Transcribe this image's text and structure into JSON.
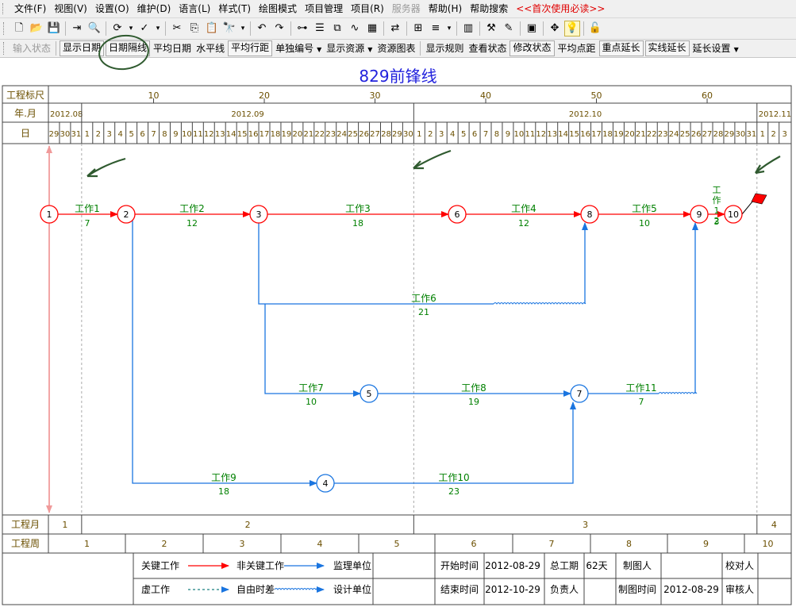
{
  "menu": [
    {
      "label": "文件(F)",
      "state": "normal"
    },
    {
      "label": "视图(V)",
      "state": "normal"
    },
    {
      "label": "设置(O)",
      "state": "normal"
    },
    {
      "label": "维护(D)",
      "state": "normal"
    },
    {
      "label": "语言(L)",
      "state": "normal"
    },
    {
      "label": "样式(T)",
      "state": "normal"
    },
    {
      "label": "绘图模式",
      "state": "normal"
    },
    {
      "label": "项目管理",
      "state": "normal"
    },
    {
      "label": "项目(R)",
      "state": "normal"
    },
    {
      "label": "服务器",
      "state": "disabled"
    },
    {
      "label": "帮助(H)",
      "state": "normal"
    },
    {
      "label": "帮助搜索",
      "state": "normal"
    },
    {
      "label": "<<首次使用必读>>",
      "state": "hint"
    }
  ],
  "toolbar_icons": [
    {
      "name": "new-file-icon",
      "glyph": "🗋"
    },
    {
      "name": "open-folder-icon",
      "glyph": "📂"
    },
    {
      "name": "save-icon",
      "glyph": "💾"
    },
    {
      "name": "sep"
    },
    {
      "name": "export-icon",
      "glyph": "⇥"
    },
    {
      "name": "print-preview-icon",
      "glyph": "🔍"
    },
    {
      "name": "sep"
    },
    {
      "name": "refresh-icon",
      "glyph": "⟳"
    },
    {
      "name": "dropdown-arrow-icon",
      "glyph": "▾"
    },
    {
      "name": "spell-check-icon",
      "glyph": "✓"
    },
    {
      "name": "dropdown-arrow-icon",
      "glyph": "▾"
    },
    {
      "name": "sep"
    },
    {
      "name": "cut-icon",
      "glyph": "✂"
    },
    {
      "name": "copy-icon",
      "glyph": "⎘"
    },
    {
      "name": "paste-icon",
      "glyph": "📋"
    },
    {
      "name": "find-icon",
      "glyph": "🔭"
    },
    {
      "name": "dropdown-arrow-icon",
      "glyph": "▾"
    },
    {
      "name": "sep"
    },
    {
      "name": "undo-icon",
      "glyph": "↶"
    },
    {
      "name": "redo-icon",
      "glyph": "↷"
    },
    {
      "name": "sep"
    },
    {
      "name": "network-diagram-icon",
      "glyph": "⊶"
    },
    {
      "name": "bar-chart-icon",
      "glyph": "☰"
    },
    {
      "name": "link-chart-icon",
      "glyph": "⧉"
    },
    {
      "name": "line-chart-icon",
      "glyph": "∿"
    },
    {
      "name": "resource-icon",
      "glyph": "▦"
    },
    {
      "name": "sep"
    },
    {
      "name": "arrange-icon",
      "glyph": "⇄"
    },
    {
      "name": "sep"
    },
    {
      "name": "calendar-icon",
      "glyph": "⊞"
    },
    {
      "name": "align-icon",
      "glyph": "≡"
    },
    {
      "name": "dropdown-arrow-icon",
      "glyph": "▾"
    },
    {
      "name": "sep"
    },
    {
      "name": "library-icon",
      "glyph": "▥"
    },
    {
      "name": "sep"
    },
    {
      "name": "tools-icon",
      "glyph": "⚒"
    },
    {
      "name": "edit-icon",
      "glyph": "✎"
    },
    {
      "name": "sep"
    },
    {
      "name": "display-icon",
      "glyph": "▣"
    },
    {
      "name": "sep"
    },
    {
      "name": "hand-icon",
      "glyph": "✥"
    },
    {
      "name": "bulb-icon",
      "glyph": "💡",
      "active": true
    },
    {
      "name": "sep"
    },
    {
      "name": "unlock-icon",
      "glyph": "🔓"
    }
  ],
  "toolbar2": [
    {
      "label": "输入状态",
      "state": "disabled",
      "boxed": false
    },
    {
      "label": "显示日期",
      "state": "normal",
      "boxed": true
    },
    {
      "label": "日期隔线",
      "state": "normal",
      "boxed": true
    },
    {
      "label": "平均日期",
      "state": "normal",
      "boxed": false
    },
    {
      "label": "水平线",
      "state": "normal",
      "boxed": false
    },
    {
      "label": "平均行距",
      "state": "normal",
      "boxed": true
    },
    {
      "label": "单独编号",
      "state": "normal",
      "boxed": false,
      "dropdown": true
    },
    {
      "label": "显示资源",
      "state": "normal",
      "boxed": false,
      "dropdown": true
    },
    {
      "label": "资源图表",
      "state": "normal",
      "boxed": false
    },
    {
      "label": "显示规则",
      "state": "normal",
      "boxed": false
    },
    {
      "label": "查看状态",
      "state": "normal",
      "boxed": false
    },
    {
      "label": "修改状态",
      "state": "normal",
      "boxed": true
    },
    {
      "label": "平均点距",
      "state": "normal",
      "boxed": false
    },
    {
      "label": "重点延长",
      "state": "normal",
      "boxed": true
    },
    {
      "label": "实线延长",
      "state": "normal",
      "boxed": true
    },
    {
      "label": "延长设置",
      "state": "normal",
      "boxed": false,
      "dropdown": true
    }
  ],
  "chart": {
    "title": "829前锋线",
    "row_labels": {
      "scale": "工程标尺",
      "yearmonth": "年.月",
      "day": "日",
      "month": "工程月",
      "week": "工程周"
    },
    "scale_ticks": [
      "10",
      "20",
      "30",
      "40",
      "50",
      "60"
    ],
    "months": [
      "2012.08",
      "2012.09",
      "2012.10",
      "2012.11"
    ],
    "days": [
      "29",
      "30",
      "31",
      "1",
      "2",
      "3",
      "4",
      "5",
      "6",
      "7",
      "8",
      "9",
      "10",
      "11",
      "12",
      "13",
      "14",
      "15",
      "16",
      "17",
      "18",
      "19",
      "20",
      "21",
      "22",
      "23",
      "24",
      "25",
      "26",
      "27",
      "28",
      "29",
      "30",
      "1",
      "2",
      "3",
      "4",
      "5",
      "6",
      "7",
      "8",
      "9",
      "10",
      "11",
      "12",
      "13",
      "14",
      "15",
      "16",
      "17",
      "18",
      "19",
      "20",
      "21",
      "22",
      "23",
      "24",
      "25",
      "26",
      "27",
      "28",
      "29",
      "30",
      "31",
      "1",
      "2",
      "3"
    ],
    "project_months": [
      "1",
      "2",
      "3",
      "4"
    ],
    "project_weeks": [
      "1",
      "2",
      "3",
      "4",
      "5",
      "6",
      "7",
      "8",
      "9",
      "10"
    ]
  },
  "chart_data": {
    "type": "network",
    "title": "829前锋线",
    "nodes": [
      {
        "id": "1",
        "critical": true
      },
      {
        "id": "2",
        "critical": true
      },
      {
        "id": "3",
        "critical": true
      },
      {
        "id": "6",
        "critical": true
      },
      {
        "id": "8",
        "critical": true
      },
      {
        "id": "9",
        "critical": true
      },
      {
        "id": "10",
        "critical": true
      },
      {
        "id": "5",
        "critical": false
      },
      {
        "id": "7",
        "critical": false
      },
      {
        "id": "4",
        "critical": false
      }
    ],
    "activities": [
      {
        "name": "工作1",
        "duration": "7",
        "from": "1",
        "to": "2",
        "critical": true
      },
      {
        "name": "工作2",
        "duration": "12",
        "from": "2",
        "to": "3",
        "critical": true
      },
      {
        "name": "工作3",
        "duration": "18",
        "from": "3",
        "to": "6",
        "critical": true
      },
      {
        "name": "工作4",
        "duration": "12",
        "from": "6",
        "to": "8",
        "critical": true
      },
      {
        "name": "工作5",
        "duration": "10",
        "from": "8",
        "to": "9",
        "critical": true
      },
      {
        "name": "工作12",
        "duration": "3",
        "from": "9",
        "to": "10",
        "critical": true
      },
      {
        "name": "工作6",
        "duration": "21",
        "from": "3",
        "to": "8",
        "critical": false
      },
      {
        "name": "工作7",
        "duration": "10",
        "from": "3",
        "to": "5",
        "critical": false
      },
      {
        "name": "工作8",
        "duration": "19",
        "from": "5",
        "to": "7",
        "critical": false
      },
      {
        "name": "工作11",
        "duration": "7",
        "from": "7",
        "to": "9",
        "critical": false
      },
      {
        "name": "工作9",
        "duration": "18",
        "from": "2",
        "to": "4",
        "critical": false
      },
      {
        "name": "工作10",
        "duration": "23",
        "from": "4",
        "to": "7",
        "critical": false
      }
    ]
  },
  "legend": {
    "critical": "关键工作",
    "noncritical": "非关键工作",
    "dummy": "虚工作",
    "float": "自由时差",
    "supervisor": "监理单位",
    "designer": "设计单位"
  },
  "info": {
    "start_label": "开始时间",
    "start_value": "2012-08-29",
    "end_label": "结束时间",
    "end_value": "2012-10-29",
    "total_label": "总工期",
    "total_value": "62天",
    "owner_label": "负责人",
    "drawer_label": "制图人",
    "draw_time_label": "制图时间",
    "draw_time_value": "2012-08-29",
    "checker_label": "校对人",
    "reviewer_label": "审核人"
  },
  "colors": {
    "critical": "#ff0000",
    "noncritical": "#1a75e0",
    "label": "#008000",
    "header_text": "#6b4f00",
    "title": "#2222dd",
    "frontline": "#f09a9a"
  }
}
